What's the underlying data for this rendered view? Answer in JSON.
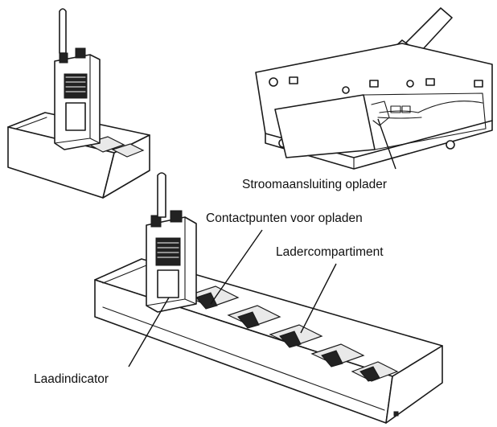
{
  "labels": {
    "power_port": "Stroomaansluiting oplader",
    "charging_contacts": "Contactpunten voor opladen",
    "charger_compartment": "Ladercompartiment",
    "charge_indicator": "Laadindicator"
  }
}
